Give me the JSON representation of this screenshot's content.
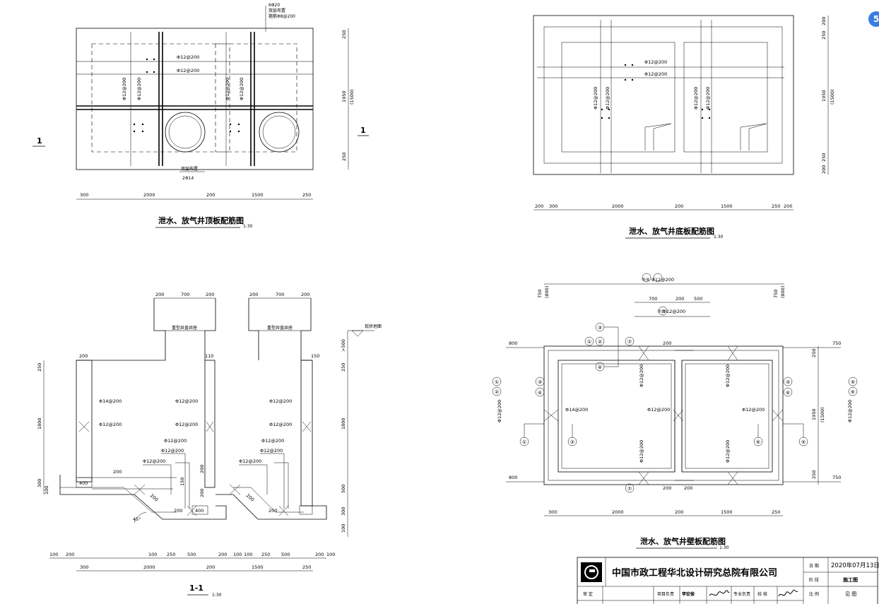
{
  "drawings": {
    "top_slab": {
      "title": "泄水、放气井顶板配筋图",
      "scale": "1:30",
      "dims_h": [
        "300",
        "2000",
        "200",
        "1500",
        "250"
      ],
      "dims_v": [
        "250",
        "1950",
        "(1500)",
        "250"
      ],
      "bars": [
        "Φ12@200",
        "Φ12@200",
        "Φ12@200",
        "Φ12@200",
        "Φ12@200",
        "Φ12@200"
      ],
      "note_top": [
        "6Φ20",
        "双层布置",
        "箍筋Φ8@200"
      ],
      "note_bottom": [
        "双层布置",
        "2Φ14"
      ],
      "section_mark": "1"
    },
    "bottom_slab": {
      "title": "泄水、放气井底板配筋图",
      "scale": "1:30",
      "dims_h": [
        "200",
        "300",
        "2000",
        "200",
        "1500",
        "250",
        "200"
      ],
      "dims_v": [
        "200",
        "250",
        "1950",
        "(1500)",
        "250",
        "200"
      ],
      "bars": [
        "Φ12@200",
        "Φ12@200",
        "Φ12@200",
        "Φ12@200",
        "Φ12@200",
        "Φ12@200"
      ]
    },
    "section": {
      "title": "1-1",
      "scale": "1:30",
      "top_dims": [
        "200",
        "700",
        "200",
        "200",
        "700",
        "200"
      ],
      "cover_labels": [
        "重型井盖井座",
        "重型井盖井座"
      ],
      "ground": "现状地面",
      "left_dims": [
        "250",
        "1800",
        "300",
        "100"
      ],
      "right_dims": [
        ">500",
        "250",
        "1800",
        "500",
        "300",
        "100"
      ],
      "bars": [
        "Φ14@200",
        "Φ12@200",
        "Φ12@200",
        "Φ12@200",
        "Φ12@200",
        "Φ12@200",
        "Φ12@200",
        "Φ12@200",
        "Φ12@200",
        "Φ12@200",
        "Φ12@200",
        "Φ12@200"
      ],
      "misc": [
        "200",
        "110",
        "150",
        "200",
        "200",
        "150",
        "200",
        "400",
        "200",
        "200",
        "400",
        "200",
        "200",
        "45°"
      ],
      "bottom_row1": [
        "100",
        "200",
        "100",
        "250",
        "500",
        "200",
        "100",
        "100",
        "250",
        "500",
        "200",
        "100"
      ],
      "bottom_row2": [
        "300",
        "2000",
        "200",
        "1500",
        "250"
      ]
    },
    "wall": {
      "title": "泄水、放气井壁板配筋图",
      "scale": "1:30",
      "top_label": "③④ Φ12@200",
      "top_dims": [
        "700",
        "200",
        "500"
      ],
      "mid_label": "⑦ Φ12@200",
      "side_dims": [
        "750",
        "(800)",
        "750",
        "(800)"
      ],
      "corner_dims": [
        "800",
        "200",
        "750",
        "800",
        "200",
        "200",
        "750"
      ],
      "h_dims": [
        "300",
        "2000",
        "200",
        "1500",
        "250"
      ],
      "v_dims": [
        "250",
        "1950",
        "(1500)",
        "250"
      ],
      "bars": [
        "Φ14@200",
        "Φ12@200",
        "Φ12@200",
        "Φ12@200",
        "Φ12@200",
        "Φ12@200",
        "Φ12@200",
        "Φ12@200",
        "Φ12@200"
      ],
      "left_bar": "Φ12@200",
      "right_bar": "Φ12@200",
      "circles": [
        "①",
        "②",
        "③",
        "④",
        "⑤",
        "⑥",
        "⑦"
      ]
    }
  },
  "title_block": {
    "company": "中国市政工程华北设计研究总院有限公司",
    "date_label": "日 期",
    "date": "2020年07月13日",
    "stage_label": "阶 段",
    "stage": "施工图",
    "scale_label": "比 例",
    "scale": "见 图",
    "roles": [
      "审 定",
      "项目负责",
      "专业负责",
      "校 核"
    ],
    "names": [
      "李宏俊"
    ]
  },
  "badge": "5"
}
